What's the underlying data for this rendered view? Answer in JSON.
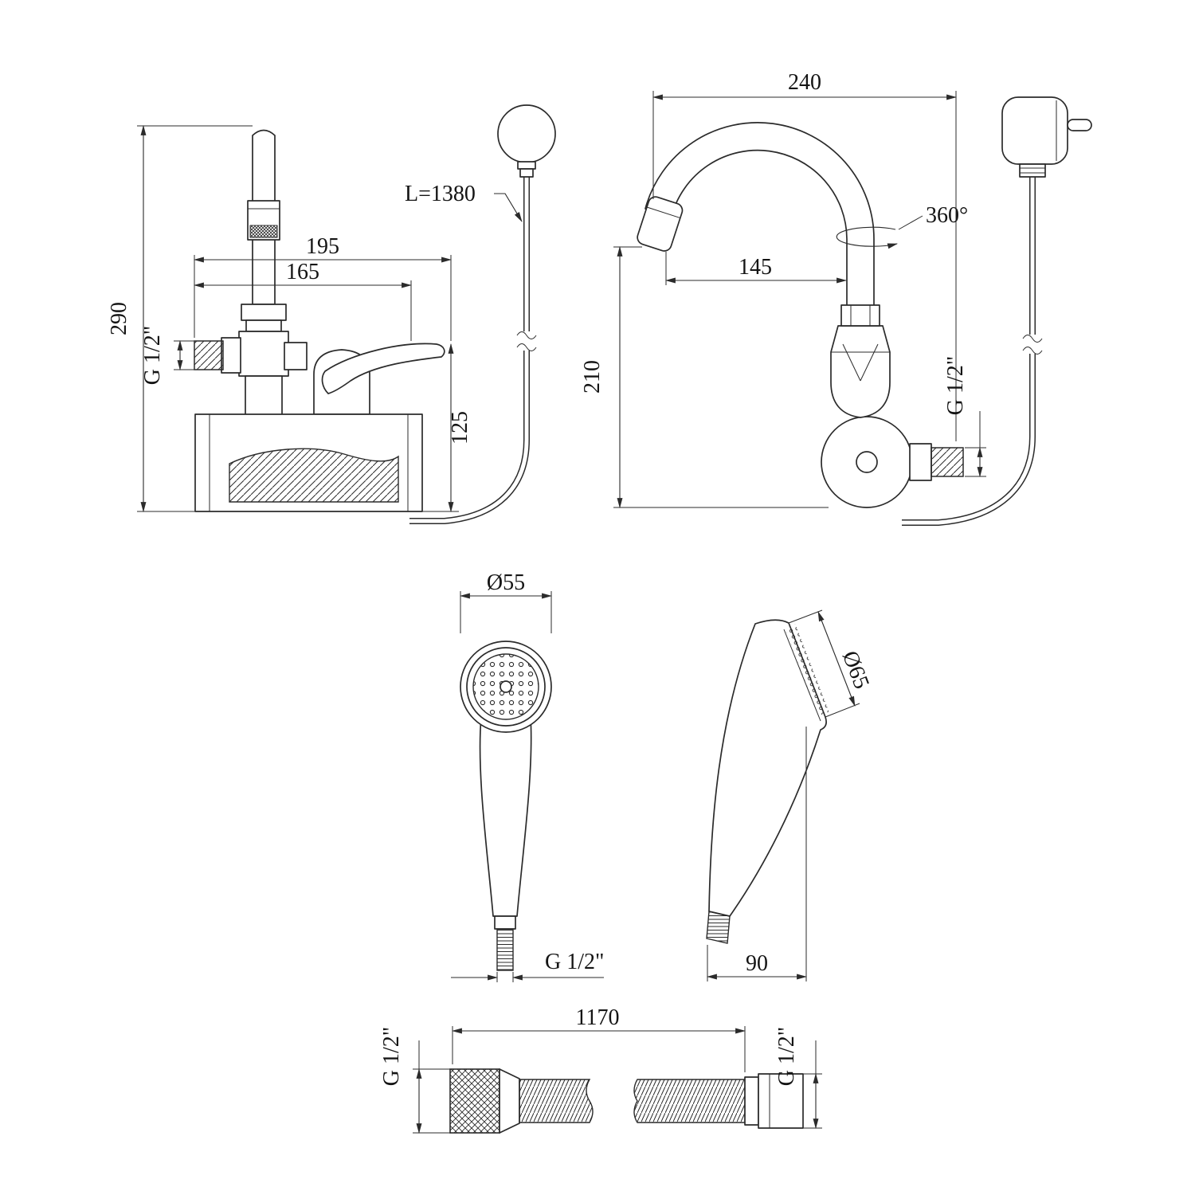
{
  "drawing": {
    "kind": "technical-dimension-drawing",
    "line_color": "#2b2b2b",
    "background": "#ffffff",
    "front_view": {
      "dim_height": "290",
      "dim_width_total": "195",
      "dim_width_inner": "165",
      "dim_body_height": "125",
      "thread": "G 1/2\"",
      "hose_length": "L=1380"
    },
    "side_view": {
      "dim_depth": "240",
      "dim_spout_reach": "145",
      "dim_height": "210",
      "swivel": "360°",
      "thread": "G 1/2\""
    },
    "handshower_front": {
      "dim_head_diameter": "Ø55",
      "thread": "G 1/2\""
    },
    "handshower_side": {
      "dim_face_diameter": "Ø65",
      "dim_depth": "90"
    },
    "hose_view": {
      "dim_length": "1170",
      "thread_left": "G 1/2\"",
      "thread_right": "G 1/2\""
    }
  }
}
